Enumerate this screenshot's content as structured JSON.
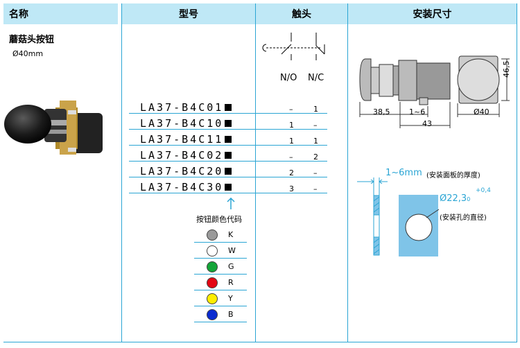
{
  "headers": {
    "name": "名称",
    "model": "型号",
    "contact": "触头",
    "dimensions": "安装尺寸"
  },
  "product": {
    "name": "蘑菇头按钮",
    "diameter": "Ø40mm"
  },
  "contact_labels": {
    "no": "N/O",
    "nc": "N/C"
  },
  "models": [
    {
      "code": "LA37-B4C01",
      "no": "–",
      "nc": "1"
    },
    {
      "code": "LA37-B4C10",
      "no": "1",
      "nc": "–"
    },
    {
      "code": "LA37-B4C11",
      "no": "1",
      "nc": "1"
    },
    {
      "code": "LA37-B4C02",
      "no": "–",
      "nc": "2"
    },
    {
      "code": "LA37-B4C20",
      "no": "2",
      "nc": "–"
    },
    {
      "code": "LA37-B4C30",
      "no": "3",
      "nc": "–"
    }
  ],
  "color_code_label": "按钮颜色代码",
  "colors": [
    {
      "code": "K",
      "hex": "#9a9a9a"
    },
    {
      "code": "W",
      "hex": "#ffffff"
    },
    {
      "code": "G",
      "hex": "#13a538"
    },
    {
      "code": "R",
      "hex": "#e30613"
    },
    {
      "code": "Y",
      "hex": "#ffed00"
    },
    {
      "code": "B",
      "hex": "#0a2bd0"
    }
  ],
  "dims": {
    "d1": "38,5",
    "d2": "1~6",
    "d3": "43",
    "d4": "Ø40",
    "d5": "46,5"
  },
  "panel": {
    "thickness_value": "1~6mm",
    "thickness_note": "(安装面板的厚度)",
    "hole_value": "Ø22,3",
    "hole_sub": "0",
    "hole_sup": "+0,4",
    "hole_note": "(安装孔的直径)"
  },
  "accent": "#2aa5d4"
}
